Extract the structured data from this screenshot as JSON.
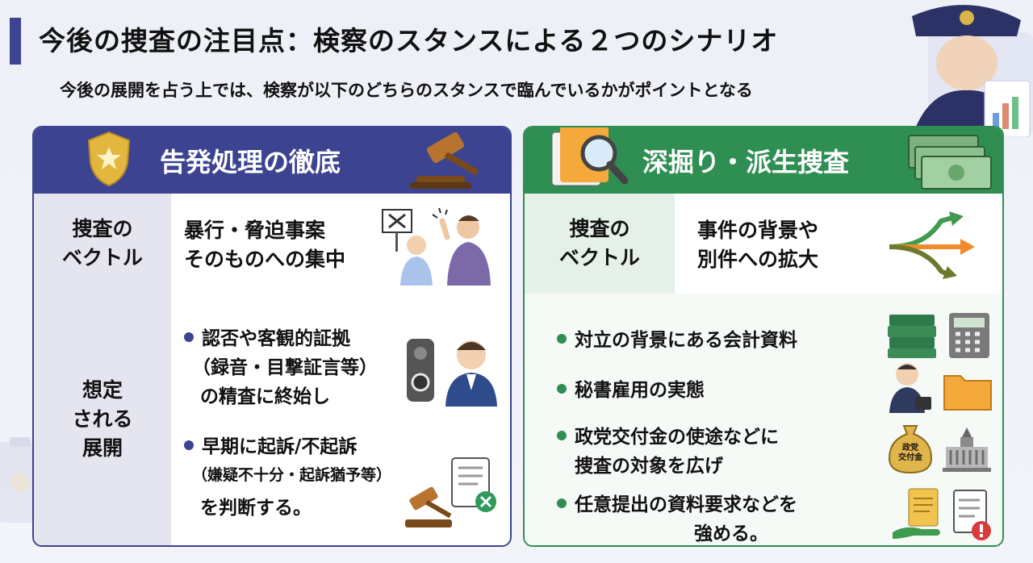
{
  "header": {
    "title": "今後の捜査の注目点：検察のスタンスによる２つのシナリオ",
    "subtitle": "今後の展開を占う上では、検察が以下のどちらのスタンスで臨んでいるかがポイントとなる"
  },
  "left_panel": {
    "title": "告発処理の徹底",
    "vector_label": [
      "捜査の",
      "ベクトル"
    ],
    "vector_text": [
      "暴行・脅迫事案",
      "そのものへの集中"
    ],
    "outlook_label": [
      "想定",
      "される",
      "展開"
    ],
    "bullets": [
      {
        "lines": [
          "認否や客観的証拠",
          "（録音・目撃証言等）",
          "の精査に終始し"
        ]
      },
      {
        "lines": [
          "早期に起訴/不起訴",
          "（嫌疑不十分・起訴猶予等）",
          "を判断する。"
        ]
      }
    ],
    "accent_color": "#3c4390"
  },
  "right_panel": {
    "title": "深掘り・派生捜査",
    "vector_label": [
      "捜査の",
      "ベクトル"
    ],
    "vector_text": [
      "事件の背景や",
      "別件への拡大"
    ],
    "bullets": [
      {
        "lines": [
          "対立の背景にある会計資料"
        ]
      },
      {
        "lines": [
          "秘書雇用の実態"
        ]
      },
      {
        "lines": [
          "政党交付金の使途などに",
          "捜査の対象を広げ"
        ]
      },
      {
        "lines": [
          "任意提出の資料要求などを",
          "強める。"
        ]
      }
    ],
    "money_bag_label": [
      "政党",
      "交付金"
    ],
    "accent_color": "#2f8f53"
  }
}
